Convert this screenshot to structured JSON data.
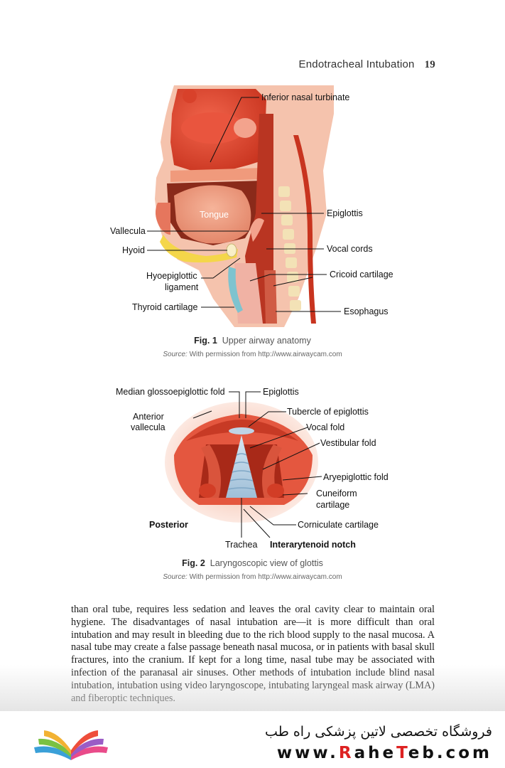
{
  "running_head": {
    "title": "Endotracheal Intubation",
    "page_number": "19"
  },
  "figure1": {
    "labels": {
      "inferior_nasal_turbinate": "Inferior nasal turbinate",
      "tongue": "Tongue",
      "epiglottis": "Epiglottis",
      "vallecula": "Vallecula",
      "hyoid": "Hyoid",
      "vocal_cords": "Vocal cords",
      "hyoepiglottic_1": "Hyoepiglottic",
      "hyoepiglottic_2": "ligament",
      "cricoid_cartilage": "Cricoid cartilage",
      "thyroid_cartilage": "Thyroid cartilage",
      "esophagus": "Esophagus"
    },
    "caption_label": "Fig. 1",
    "caption_text": "Upper airway anatomy",
    "source_label": "Source:",
    "source_text": "With permission from http://www.airwaycam.com"
  },
  "figure2": {
    "labels": {
      "median_glossoepiglottic_fold": "Median glossoepiglottic fold",
      "epiglottis": "Epiglottis",
      "anterior_1": "Anterior",
      "anterior_2": "vallecula",
      "tubercle_of_epiglottis": "Tubercle of epiglottis",
      "vocal_fold": "Vocal fold",
      "vestibular_fold": "Vestibular fold",
      "aryepiglottic_fold": "Aryepiglottic fold",
      "cuneiform_1": "Cuneiform",
      "cuneiform_2": "cartilage",
      "posterior": "Posterior",
      "corniculate_cartilage": "Corniculate cartilage",
      "trachea": "Trachea",
      "interarytenoid_notch": "Interarytenoid notch"
    },
    "caption_label": "Fig. 2",
    "caption_text": "Laryngoscopic view of glottis",
    "source_label": "Source:",
    "source_text": "With permission from http://www.airwaycam.com"
  },
  "body_text": "than oral tube, requires less sedation and leaves the oral cavity clear to maintain oral hygiene. The disadvantages of nasal intubation are—it is more difficult than oral intubation and may result in bleeding due to the rich blood supply to the nasal mucosa. A nasal tube may create a false passage beneath nasal mucosa, or in patients with basal skull fractures, into the cranium. If kept for a long time, nasal tube may be associated with infection of the paranasal air sinuses. Other methods of intubation include blind nasal intubation, intubation using video laryngoscope, intubating laryngeal mask airway (LMA) and fiberoptic techniques.",
  "footer": {
    "persian_text": "فروشگاه تخصصی لاتین پزشکی  راه طب",
    "url_prefix": "www.",
    "url_r": "R",
    "url_mid1": "ahe",
    "url_t": "T",
    "url_mid2": "eb",
    "url_suffix": ".com"
  }
}
